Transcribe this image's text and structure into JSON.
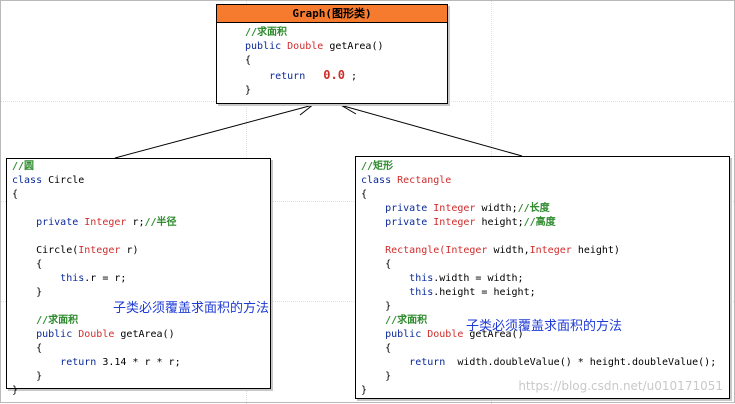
{
  "graph": {
    "title": "Graph(图形类)",
    "comment": "//求面积",
    "m_public": "public",
    "m_type": "Double",
    "m_name": "getArea()",
    "open": "{",
    "ret_kw": "return",
    "ret_val": "0.0",
    "ret_end": ";",
    "close": "}"
  },
  "circle": {
    "comment": "//圆",
    "cls_kw": "class",
    "cls_name": "Circle",
    "open": "{",
    "f_priv": "private",
    "f_type": "Integer",
    "f_name": "r;",
    "f_comment": "//半径",
    "ctor": "Circle(",
    "ctor_type": "Integer",
    "ctor_arg": "r)",
    "ctor_open": "{",
    "ctor_this": "this",
    "ctor_body": ".r = r;",
    "ctor_close": "}",
    "m_comment": "//求面积",
    "m_public": "public",
    "m_type": "Double",
    "m_name": "getArea()",
    "m_open": "{",
    "m_ret": "return",
    "m_body": "3.14 * r * r;",
    "m_close": "}",
    "close": "}",
    "note": "子类必须覆盖求面积的方法"
  },
  "rectangle": {
    "comment": "//矩形",
    "cls_kw": "class",
    "cls_name": "Rectangle",
    "open": "{",
    "f1_priv": "private",
    "f1_type": "Integer",
    "f1_name": "width;",
    "f1_comment": "//长度",
    "f2_priv": "private",
    "f2_type": "Integer",
    "f2_name": "height;",
    "f2_comment": "//高度",
    "ctor": "Rectangle(",
    "ctor_t1": "Integer",
    "ctor_a1": "width,",
    "ctor_t2": "Integer",
    "ctor_a2": "height)",
    "ctor_open": "{",
    "c1_this": "this",
    "c1_body": ".width = width;",
    "c2_this": "this",
    "c2_body": ".height = height;",
    "ctor_close": "}",
    "m_comment": "//求面积",
    "m_public": "public",
    "m_type": "Double",
    "m_name": "getArea()",
    "m_open": "{",
    "m_ret": "return",
    "m_body": "width.doubleValue() * height.doubleValue();",
    "m_close": "}",
    "close": "}",
    "note": "子类必须覆盖求面积的方法"
  },
  "watermark": "https://blog.csdn.net/u010171051",
  "colors": {
    "header_fill": "#f77b2e",
    "keyword": "#0a2a9a",
    "type": "#d12c2c",
    "comment": "#2e8b2e",
    "note": "#1f3bd6"
  }
}
